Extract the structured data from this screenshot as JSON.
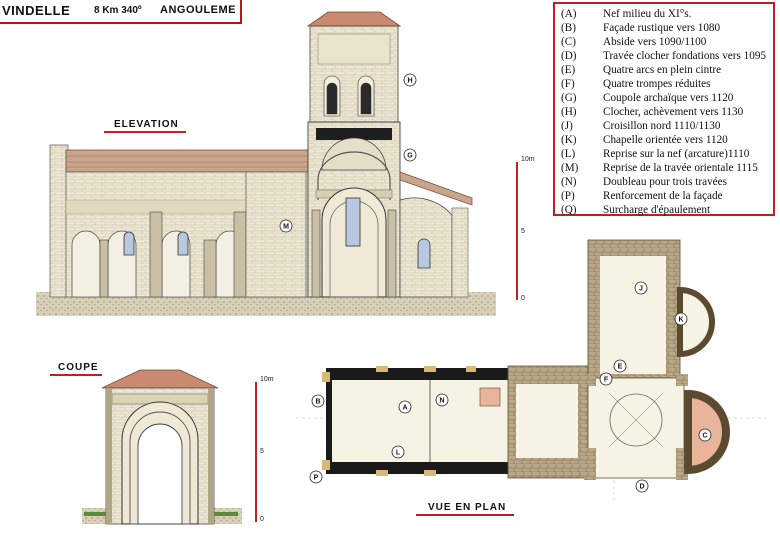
{
  "header": {
    "name": "VINDELLE",
    "distance": "8 Km 340º",
    "town": "ANGOULEME"
  },
  "titles": {
    "elevation": "ELEVATION",
    "coupe": "COUPE",
    "plan": "VUE EN PLAN"
  },
  "scale": {
    "top": "10m",
    "mid": "5",
    "zero": "0"
  },
  "legend": [
    {
      "code": "(A)",
      "text": "Nef milieu du XI°s."
    },
    {
      "code": "(B)",
      "text": "Façade rustique vers 1080"
    },
    {
      "code": "(C)",
      "text": "Abside vers 1090/1100"
    },
    {
      "code": "(D)",
      "text": "Travée clocher fondations vers 1095"
    },
    {
      "code": "(E)",
      "text": "Quatre arcs en plein cintre"
    },
    {
      "code": "(F)",
      "text": "Quatre trompes réduites"
    },
    {
      "code": "(G)",
      "text": "Coupole archaïque vers 1120"
    },
    {
      "code": "(H)",
      "text": "Clocher, achèvement vers 1130"
    },
    {
      "code": "(J)",
      "text": "Croisillon nord 1110/1130"
    },
    {
      "code": "(K)",
      "text": "Chapelle orientée vers 1120"
    },
    {
      "code": "(L)",
      "text": "Reprise sur la nef (arcature)1110"
    },
    {
      "code": "(M)",
      "text": "Reprise de la travée orientale 1115"
    },
    {
      "code": "(N)",
      "text": "Doubleau pour trois travées"
    },
    {
      "code": "(P)",
      "text": "Renforcement de la façade"
    },
    {
      "code": "(Q)",
      "text": "Surcharge d'épaulement"
    }
  ],
  "tags": {
    "H": "H",
    "G": "G",
    "M": "M",
    "J": "J",
    "K": "K",
    "E": "E",
    "F": "F",
    "A": "A",
    "N": "N",
    "B": "B",
    "L": "L",
    "P": "P",
    "C": "C",
    "D": "D"
  },
  "colors": {
    "accent": "#c02020",
    "stone": "#e9e2cc",
    "shadow": "#b9b095",
    "wall": "#1a1a1a",
    "brick": "#8a7a60",
    "apse": "#e8b49a"
  }
}
